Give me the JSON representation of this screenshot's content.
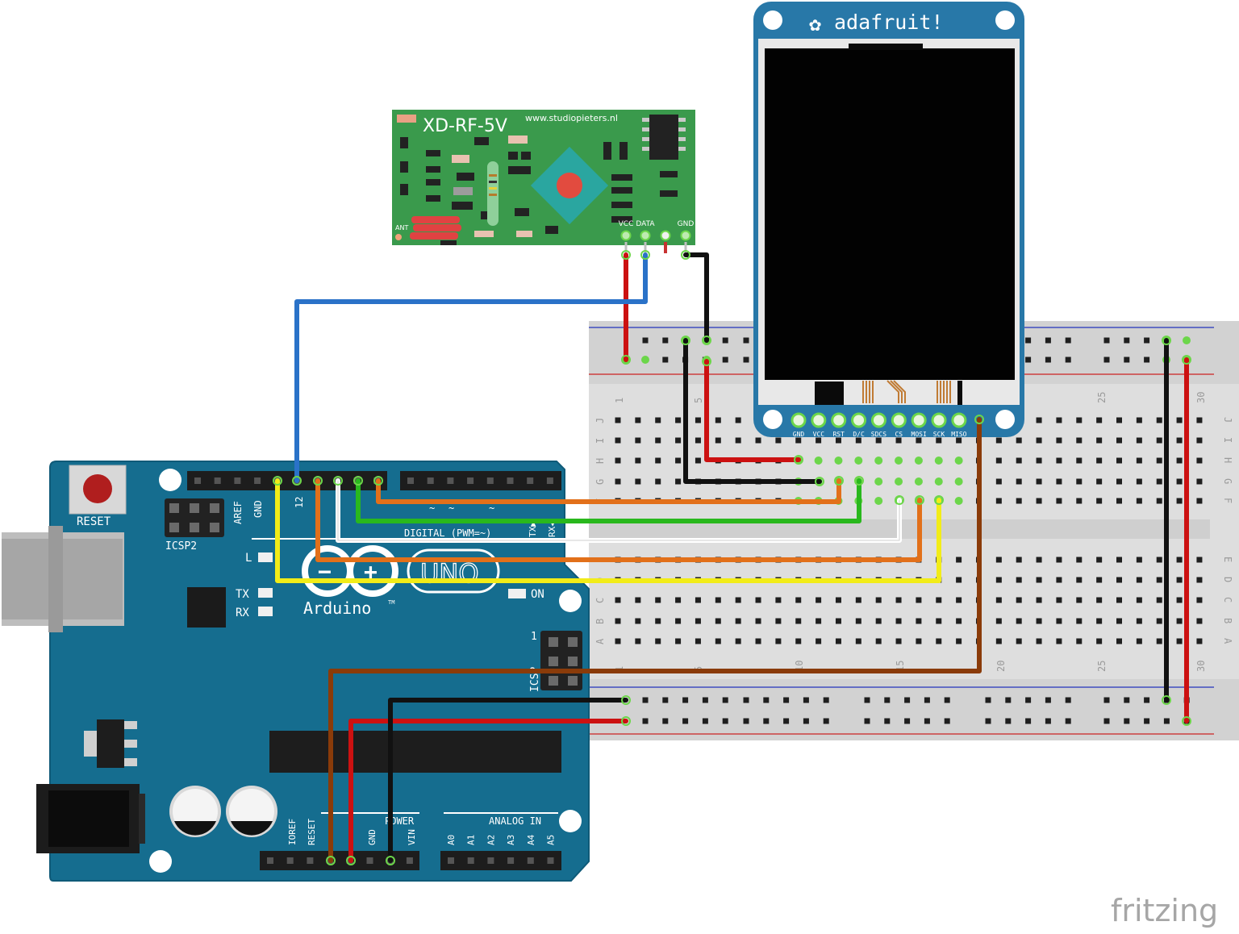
{
  "rf_module": {
    "title": "XD-RF-5V",
    "website": "www.studiopieters.nl",
    "ant_label": "ANT",
    "pins": [
      "VCC",
      "DATA",
      "",
      "GND"
    ]
  },
  "tft": {
    "brand": "adafruit!",
    "pins": [
      "GND",
      "VCC",
      "RST",
      "D/C",
      "SDCS",
      "CS",
      "MOSI",
      "SCK",
      "MISO"
    ]
  },
  "arduino": {
    "reset": "RESET",
    "icsp2": "ICSP2",
    "icsp": "ICSP",
    "icsp_pin1": "1",
    "aref": "AREF",
    "gnd_top": "GND",
    "pin12": "12",
    "digital": "DIGITAL (PWM=~)",
    "tx_arrow": "TX▶",
    "rx_arrow": "RX◀",
    "led_l": "L",
    "led_tx": "TX",
    "led_rx": "RX",
    "on": "ON",
    "logo_minus": "−",
    "logo_plus": "+",
    "uno": "UNO",
    "brand": "Arduino",
    "tm": "TM",
    "power": "POWER",
    "analog": "ANALOG IN",
    "power_pins": [
      "IOREF",
      "RESET",
      "",
      "GND",
      "",
      "VIN"
    ],
    "analog_pins": [
      "A0",
      "A1",
      "A2",
      "A3",
      "A4",
      "A5"
    ]
  },
  "breadboard": {
    "rows_left": [
      "J",
      "I",
      "H",
      "G",
      "F",
      "E",
      "D",
      "C",
      "B",
      "A"
    ],
    "rows_right": [
      "J",
      "I",
      "H",
      "G",
      "F",
      "E",
      "D",
      "C",
      "B",
      "A"
    ],
    "col_numbers_top": [
      "1",
      "5",
      "25",
      "30"
    ],
    "col_numbers_bottom": [
      "1",
      "5",
      "10",
      "15",
      "20",
      "25",
      "30"
    ]
  },
  "watermark": "fritzing",
  "colors": {
    "arduino": "#156d8f",
    "rf_board": "#3a9a4c",
    "tft_board": "#2878a8",
    "wire_red": "#cc1111",
    "wire_black": "#111111",
    "wire_blue": "#2a72c8",
    "wire_orange": "#e2701a",
    "wire_green": "#29b81d",
    "wire_white": "#ffffff",
    "wire_yellow": "#f2ec18",
    "wire_brown": "#8a3b09"
  }
}
